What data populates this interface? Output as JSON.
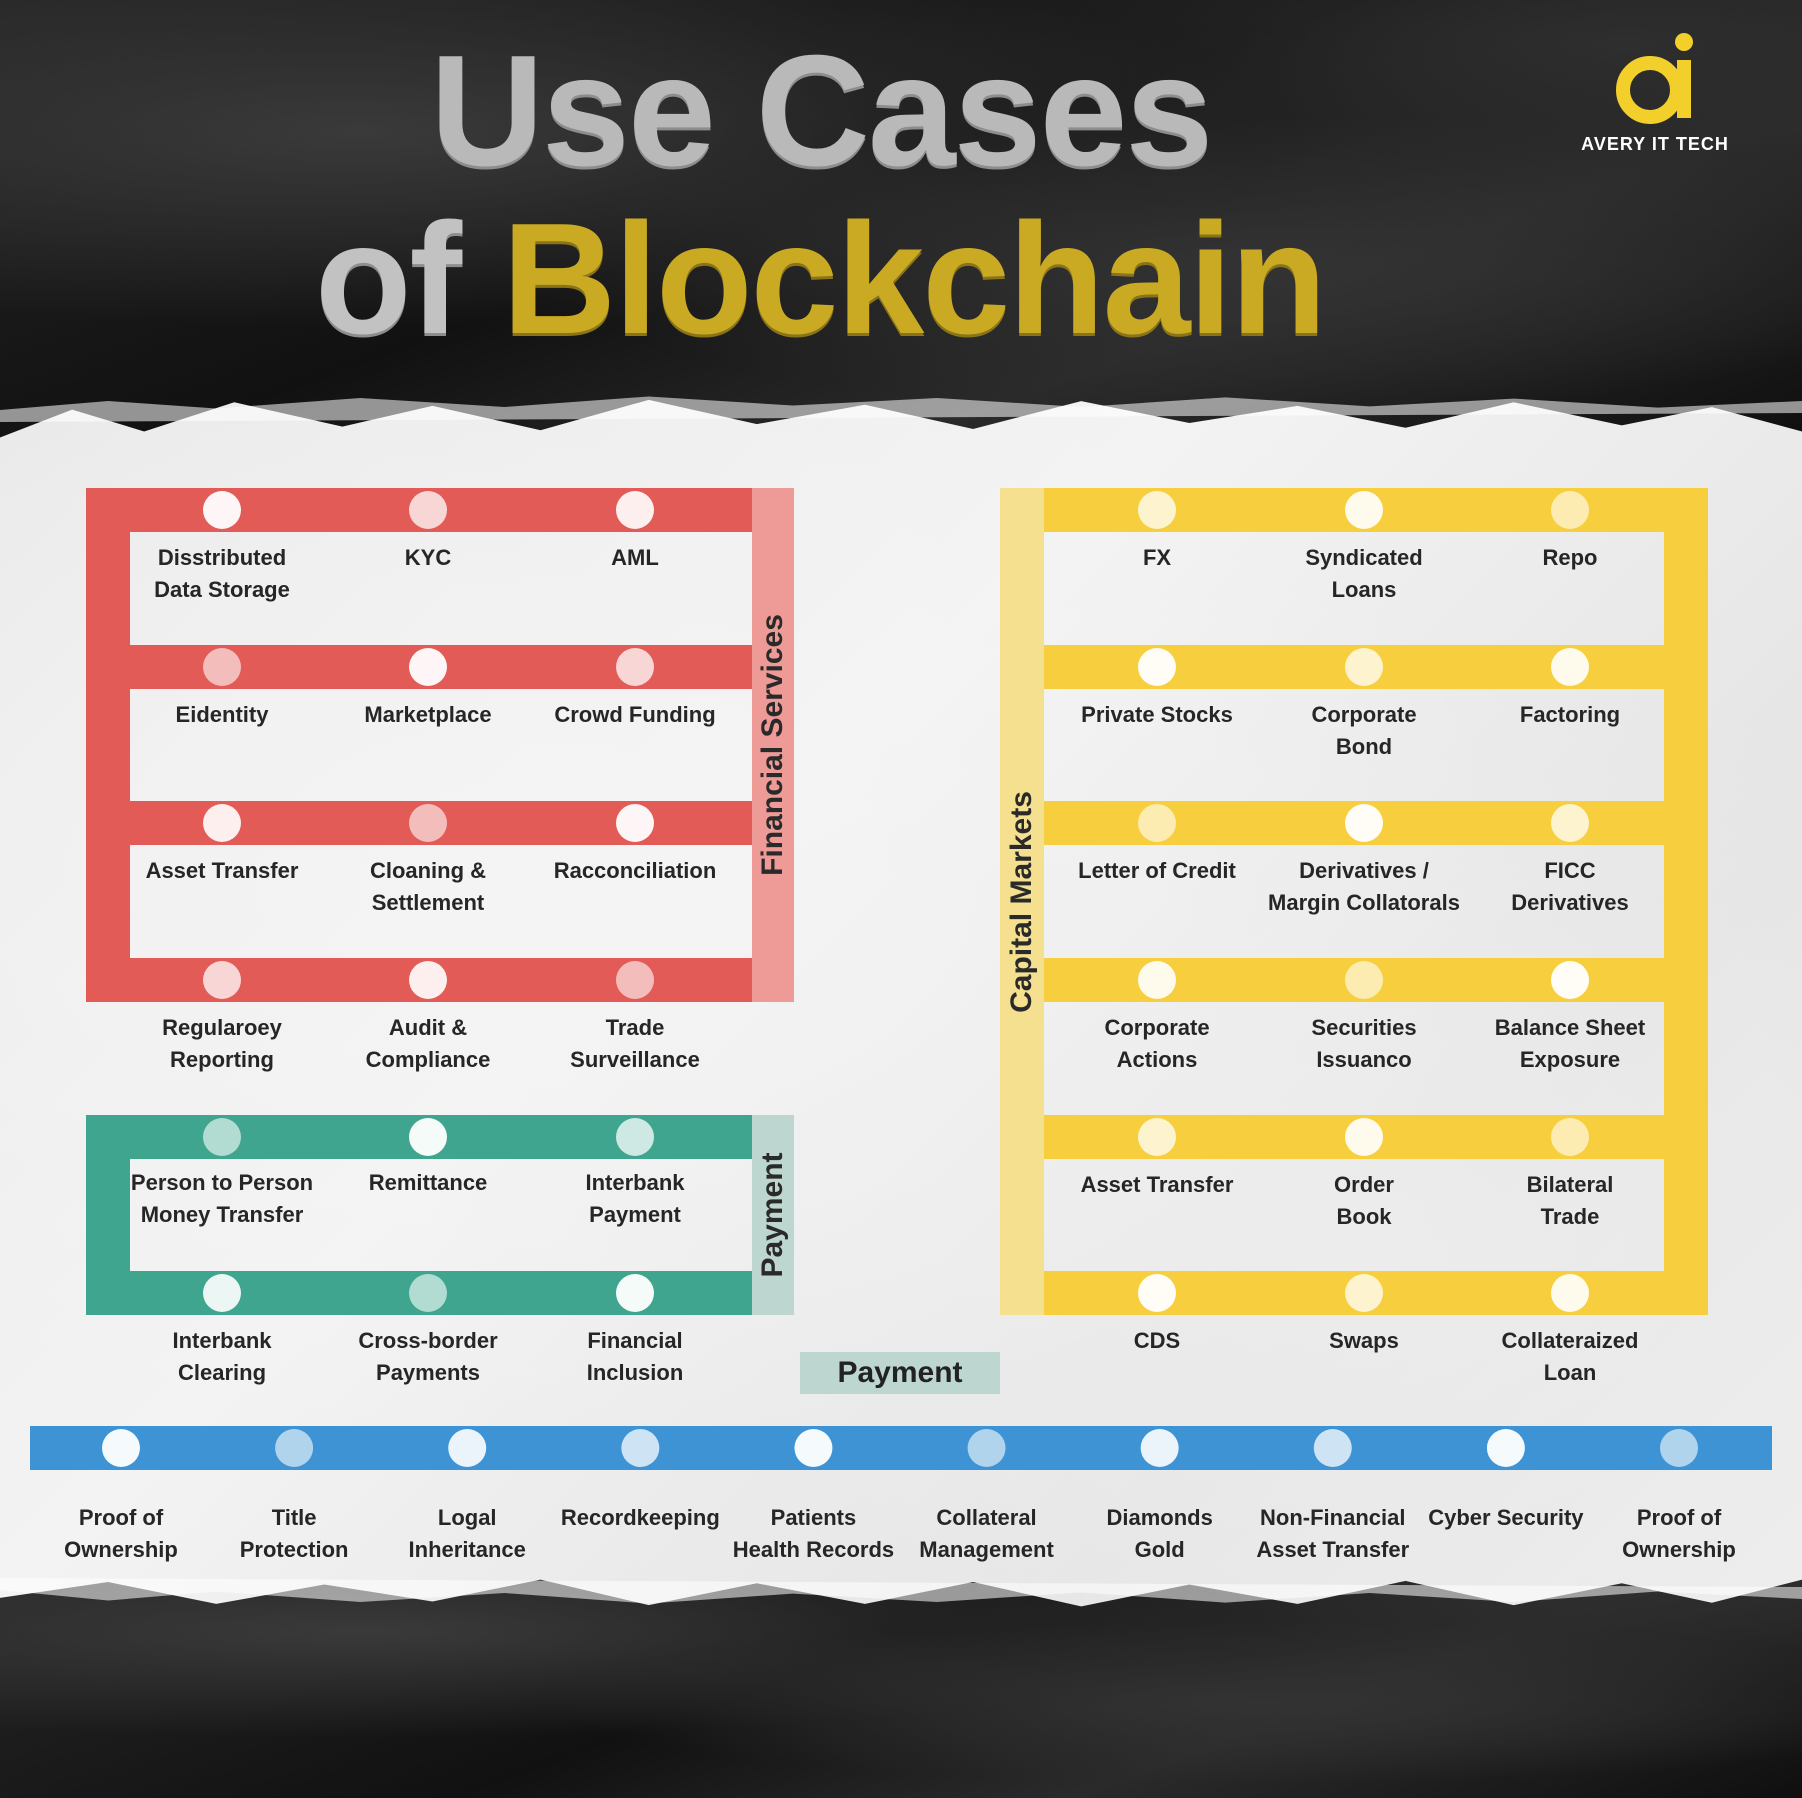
{
  "title": {
    "line1": "Use Cases",
    "line2_prefix": "of ",
    "line2_highlight": "Blockchain"
  },
  "logo": {
    "text": "AVERY IT TECH",
    "icon": "ai-monogram-icon"
  },
  "colors": {
    "financial": "#e25b57",
    "financial_side": "#ee9a96",
    "payment": "#3fa58e",
    "payment_side": "#bdd6cf",
    "capital": "#f7cf3e",
    "capital_side": "#f4e08f",
    "bottom_line": "#3d93d3",
    "title_gold": "#caa923",
    "title_grey": "#b9b9b9"
  },
  "financial_services": {
    "label": "Financial Services",
    "stops": [
      [
        "Disstributed\nData Storage",
        "KYC",
        "AML"
      ],
      [
        "Eidentity",
        "Marketplace",
        "Crowd Funding"
      ],
      [
        "Asset Transfer",
        "Cloaning &\nSettlement",
        "Racconciliation"
      ],
      [
        "Regularoey\nReporting",
        "Audit &\nCompliance",
        "Trade\nSurveillance"
      ]
    ]
  },
  "payment": {
    "label": "Payment",
    "stops": [
      [
        "Person to Person\nMoney Transfer",
        "Remittance",
        "Interbank\nPayment"
      ],
      [
        "Interbank\nClearing",
        "Cross-border\nPayments",
        "Financial\nInclusion"
      ]
    ]
  },
  "capital_markets": {
    "label": "Capital Markets",
    "stops": [
      [
        "FX",
        "Syndicated\nLoans",
        "Repo"
      ],
      [
        "Private Stocks",
        "Corporate\nBond",
        "Factoring"
      ],
      [
        "Letter of Credit",
        "Derivatives /\nMargin Collatorals",
        "FICC\nDerivatives"
      ],
      [
        "Corporate\nActions",
        "Securities\nIssuanco",
        "Balance Sheet\nExposure"
      ],
      [
        "Asset Transfer",
        "Order\nBook",
        "Bilateral\nTrade"
      ],
      [
        "CDS",
        "Swaps",
        "Collateraized\nLoan"
      ]
    ]
  },
  "bottom_line": {
    "tag": "Payment",
    "stops": [
      "Proof of\nOwnership",
      "Title\nProtection",
      "Logal\nInheritance",
      "Recordkeeping",
      "Patients\nHealth Records",
      "Collateral\nManagement",
      "Diamonds\nGold",
      "Non-Financial\nAsset Transfer",
      "Cyber Security",
      "Proof of\nOwnership"
    ]
  }
}
